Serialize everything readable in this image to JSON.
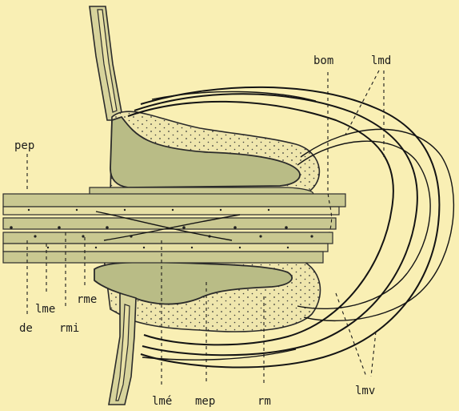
{
  "labels": {
    "pep": "pep",
    "bom": "bom",
    "lmd": "lmd",
    "de": "de",
    "lme_left": "lme",
    "rmi": "rmi",
    "rme": "rme",
    "lme_bottom": "lmé",
    "mep": "mep",
    "rm": "rm",
    "lmv": "lmv"
  }
}
